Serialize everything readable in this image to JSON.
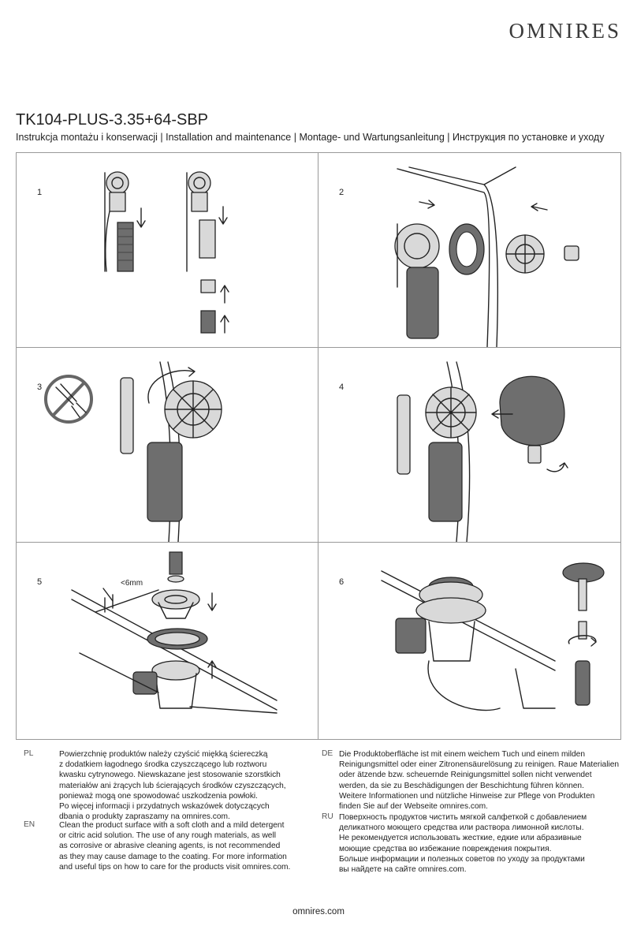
{
  "header": {
    "brand": "OMNIRES",
    "product_code": "TK104-PLUS-3.35+64-SBP",
    "subtitle": "Instrukcja montażu i konserwacji | Installation and maintenance | Montage- und Wartungsanleitung | Инструкция по установке и уходу"
  },
  "steps": [
    {
      "number": "1"
    },
    {
      "number": "2"
    },
    {
      "number": "3"
    },
    {
      "number": "4"
    },
    {
      "number": "5",
      "dimension_label": "<6mm"
    },
    {
      "number": "6"
    }
  ],
  "care_text": {
    "pl": {
      "code": "PL",
      "lines": [
        "Powierzchnię produktów należy czyścić miękką ściereczką",
        "z dodatkiem łagodnego środka czyszczącego lub roztworu",
        "kwasku cytrynowego. Niewskazane jest stosowanie szorstkich",
        "materiałów ani żrących lub ścierających środków czyszczących,",
        "ponieważ mogą one spowodować uszkodzenia powłoki.",
        "Po więcej informacji i przydatnych wskazówek dotyczących",
        "dbania o produkty zapraszamy na omnires.com."
      ]
    },
    "en": {
      "code": "EN",
      "lines": [
        "Clean the product surface with a soft cloth and a mild detergent",
        "or citric acid solution. The use of any rough materials, as well",
        "as corrosive or abrasive cleaning agents, is not recommended",
        "as they may cause damage to the coating. For more information",
        "and useful tips on how to care for the products visit omnires.com."
      ]
    },
    "de": {
      "code": "DE",
      "lines": [
        "Die Produktoberfläche ist mit einem weichem Tuch und einem milden",
        "Reinigungsmittel oder einer Zitronensäurelösung zu reinigen. Raue Materialien",
        "oder ätzende bzw. scheuernde Reinigungsmittel sollen nicht verwendet",
        "werden, da sie zu Beschädigungen der Beschichtung führen können.",
        "Weitere Informationen und nützliche Hinweise zur Pflege von Produkten",
        "finden Sie auf der Webseite omnires.com."
      ]
    },
    "ru": {
      "code": "RU",
      "lines": [
        "Поверхность продуктов чистить мягкой салфеткой с добавлением",
        "деликатного моющего средства или раствора лимонной кислоты.",
        "Не рекомендуется использовать жесткие, едкие или абразивные",
        "моющие средства во избежание повреждения покрытия.",
        "Больше информации и полезных советов по уходу за продуктами",
        "вы найдете на сайте omnires.com."
      ]
    }
  },
  "footer": {
    "website": "omnires.com"
  }
}
